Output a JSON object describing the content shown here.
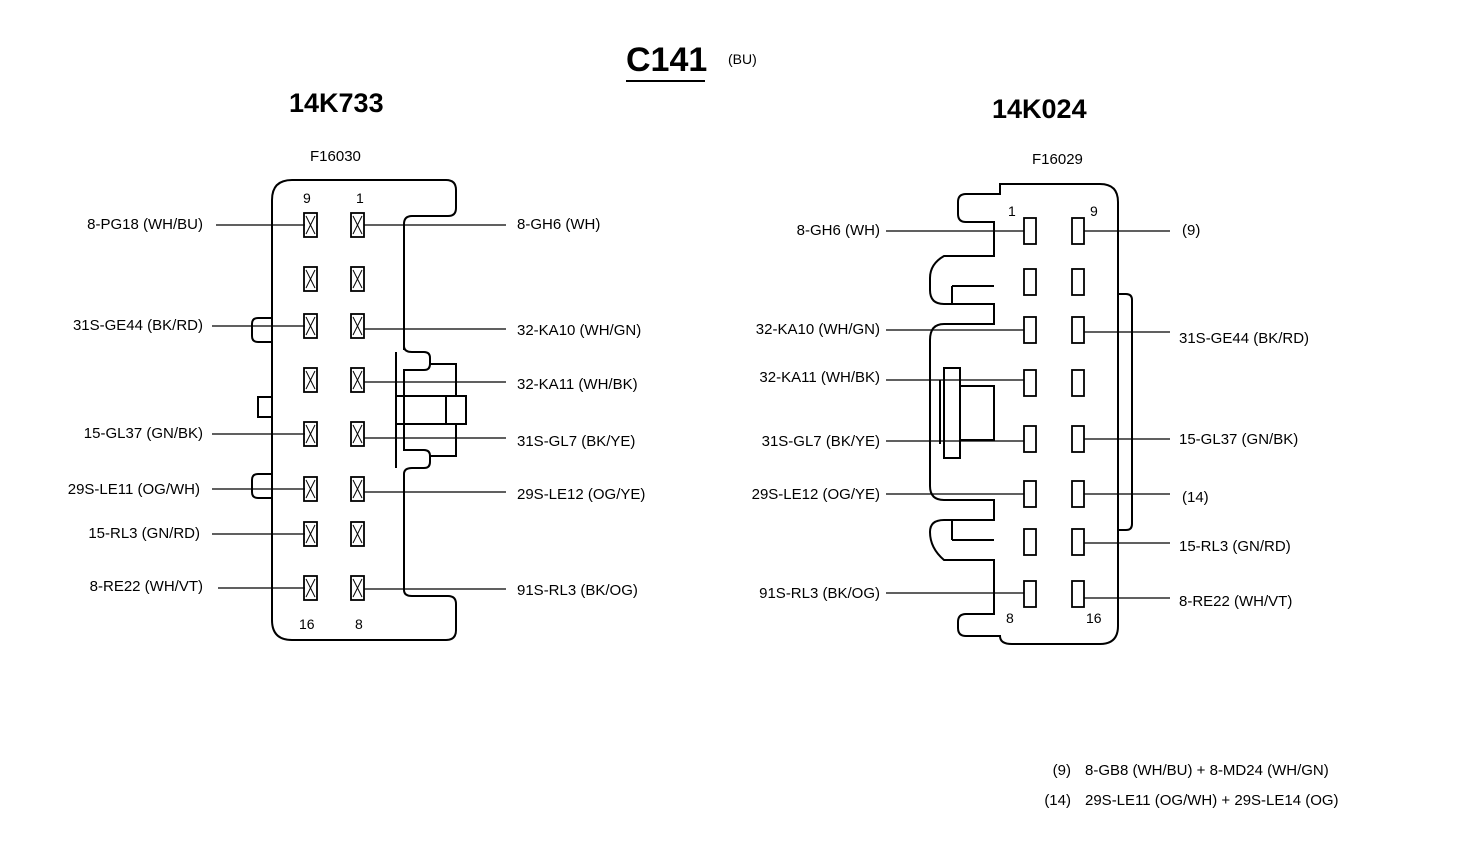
{
  "title": "C141",
  "title_color": "(BU)",
  "left": {
    "name": "14K733",
    "part": "F16030",
    "pins": {
      "top_left": "9",
      "top_right": "1",
      "bottom_left": "16",
      "bottom_right": "8"
    },
    "wires_left": [
      "8-PG18 (WH/BU)",
      "31S-GE44 (BK/RD)",
      "15-GL37 (GN/BK)",
      "29S-LE11 (OG/WH)",
      "15-RL3 (GN/RD)",
      "8-RE22 (WH/VT)"
    ],
    "wires_right": [
      "8-GH6 (WH)",
      "32-KA10 (WH/GN)",
      "32-KA11 (WH/BK)",
      "31S-GL7 (BK/YE)",
      "29S-LE12 (OG/YE)",
      "91S-RL3 (BK/OG)"
    ]
  },
  "right": {
    "name": "14K024",
    "part": "F16029",
    "pins": {
      "top_left": "1",
      "top_right": "9",
      "bottom_left": "8",
      "bottom_right": "16"
    },
    "wires_left": [
      "8-GH6 (WH)",
      "32-KA10 (WH/GN)",
      "32-KA11 (WH/BK)",
      "31S-GL7 (BK/YE)",
      "29S-LE12 (OG/YE)",
      "91S-RL3 (BK/OG)"
    ],
    "wires_right": [
      "(9)",
      "31S-GE44 (BK/RD)",
      "15-GL37 (GN/BK)",
      "(14)",
      "15-RL3 (GN/RD)",
      "8-RE22 (WH/VT)"
    ]
  },
  "notes": [
    {
      "ref": "(9)",
      "text": "8-GB8 (WH/BU) + 8-MD24 (WH/GN)"
    },
    {
      "ref": "(14)",
      "text": "29S-LE11 (OG/WH) + 29S-LE14 (OG)"
    }
  ]
}
